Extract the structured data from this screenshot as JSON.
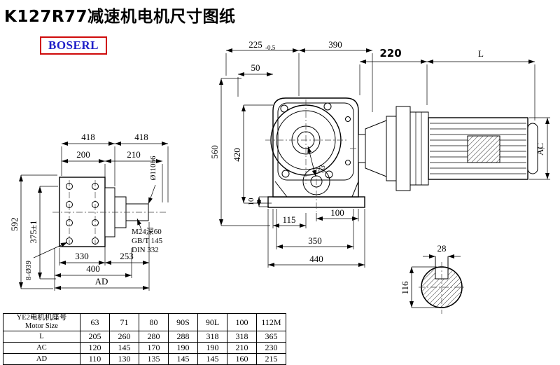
{
  "page": {
    "title": "K127R77减速机电机尺寸图纸",
    "logo": "BOSERL"
  },
  "front_view": {
    "dim_418_left": "418",
    "dim_418_right": "418",
    "dim_200": "200",
    "dim_210": "210",
    "dim_592": "592",
    "dim_375": "375±1",
    "dim_holes": "8-Ø39",
    "dim_330": "330",
    "dim_253": "253",
    "dim_400": "400",
    "dim_AD": "AD",
    "dim_shaft": "Ø110h6",
    "note_line1": "M24深60",
    "note_line2": "GB/T 145",
    "note_line3": "DIN 332"
  },
  "side_view": {
    "dim_225": "225",
    "dim_225_tol": "-0.5",
    "dim_390": "390",
    "dim_50": "50",
    "dim_560": "560",
    "dim_420": "420",
    "dim_10": "10",
    "dim_53": "53",
    "dim_115": "115",
    "dim_100": "100",
    "dim_350": "350",
    "dim_440": "440"
  },
  "motor_view": {
    "dim_220": "220",
    "dim_L": "L",
    "dim_AC": "AC"
  },
  "shaft_view": {
    "dim_28": "28",
    "dim_116": "116"
  },
  "table": {
    "header_line1": "YE2电机机座号",
    "header_line2": "Motor Size",
    "frame_sizes": [
      "63",
      "71",
      "80",
      "90S",
      "90L",
      "100",
      "112M"
    ],
    "rows": [
      {
        "label": "L",
        "values": [
          "205",
          "260",
          "280",
          "288",
          "318",
          "318",
          "365"
        ]
      },
      {
        "label": "AC",
        "values": [
          "120",
          "145",
          "170",
          "190",
          "190",
          "210",
          "230"
        ]
      },
      {
        "label": "AD",
        "values": [
          "110",
          "130",
          "135",
          "145",
          "145",
          "160",
          "215"
        ]
      }
    ]
  }
}
